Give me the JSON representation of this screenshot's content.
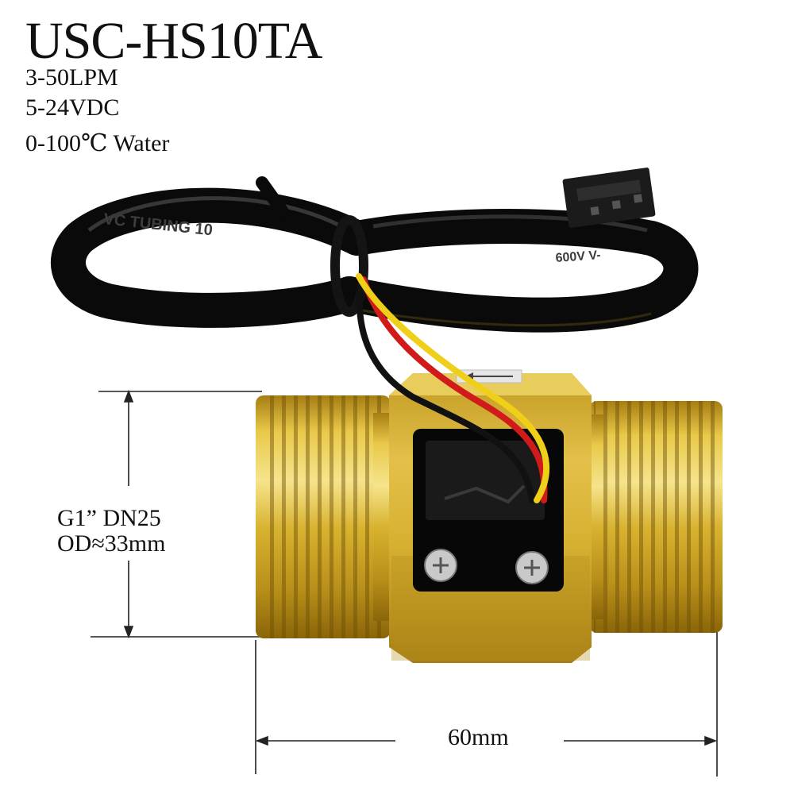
{
  "product": {
    "model": "USC-HS10TA",
    "specs": [
      "3-50LPM",
      "5-24VDC",
      "0-100℃ Water"
    ]
  },
  "dimensions": {
    "thread": "G1” DN25",
    "outer_diameter": "OD≈33mm",
    "length": "60mm"
  },
  "cable_print": {
    "tubing": "VC  TUBING  10",
    "rating": "600V  V-"
  },
  "colors": {
    "brass": "#d7b12e",
    "brass_dark": "#a67d12",
    "brass_light": "#f3dc78",
    "cable": "#0e0e0e",
    "wire_red": "#d11a1a",
    "wire_yellow": "#f0cf18",
    "wire_black": "#111111"
  }
}
